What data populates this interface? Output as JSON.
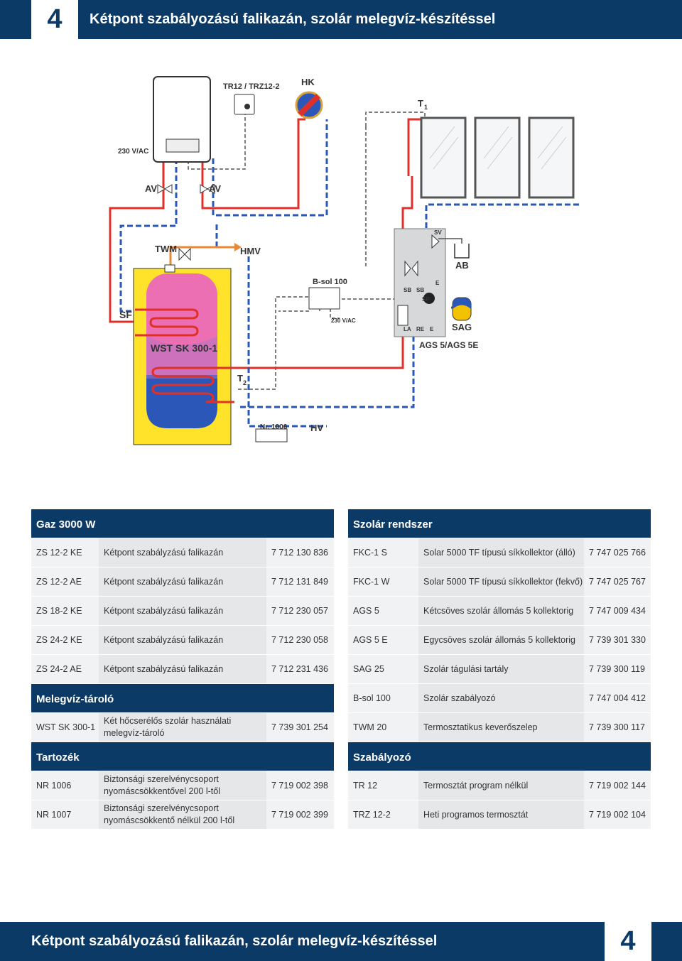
{
  "header": {
    "number": "4",
    "title": "Kétpont szabályozású falikazán, szolár melegvíz-készítéssel"
  },
  "footer": {
    "number": "4",
    "title": "Kétpont szabályozású falikazán, szolár melegvíz-készítéssel"
  },
  "diagram": {
    "labels": {
      "tr": "TR12 / TRZ12-2",
      "hk": "HK",
      "t1": "T",
      "t1_sub": "1",
      "v230a": "230 V/AC",
      "av1": "AV",
      "av2": "AV",
      "twm": "TWM",
      "hmv": "HMV",
      "sf": "SF",
      "tank": "WST SK 300-1",
      "bsol": "B-sol 100",
      "v230b": "230 V/AC",
      "sv": "SV",
      "ab": "AB",
      "sb1": "SB",
      "sb2": "SB",
      "sp": "SP",
      "e1": "E",
      "la": "LA",
      "re": "RE",
      "e2": "E",
      "sag": "SAG",
      "ags": "AGS 5/AGS 5E",
      "t2": "T",
      "t2_sub": "2",
      "nr": "Nr. 1006",
      "hv": "HV"
    },
    "colors": {
      "hot": "#e0302a",
      "cold": "#2b57b8",
      "mix": "#e8893a",
      "dash": "#555555"
    }
  },
  "left_table": {
    "gaz": {
      "title": "Gaz 3000 W",
      "rows": [
        {
          "code": "ZS 12-2 KE",
          "desc": "Kétpont szabályzású falikazán",
          "art": "7 712 130 836"
        },
        {
          "code": "ZS 12-2 AE",
          "desc": "Kétpont szabályzású falikazán",
          "art": "7 712 131 849"
        },
        {
          "code": "ZS 18-2 KE",
          "desc": "Kétpont szabályzású falikazán",
          "art": "7 712 230 057"
        },
        {
          "code": "ZS 24-2 KE",
          "desc": "Kétpont szabályzású falikazán",
          "art": "7 712 230 058"
        },
        {
          "code": "ZS 24-2 AE",
          "desc": "Kétpont szabályzású falikazán",
          "art": "7 712 231 436"
        }
      ]
    },
    "tarolo": {
      "title": "Melegvíz-tároló",
      "rows": [
        {
          "code": "WST SK 300-1",
          "desc": "Két hőcserélős szolár használati melegvíz-tároló",
          "art": "7 739 301 254"
        }
      ]
    },
    "tartozek": {
      "title": "Tartozék",
      "rows": [
        {
          "code": "NR 1006",
          "desc": "Biztonsági szerelvénycsoport nyomáscsökkentővel 200 l-től",
          "art": "7 719 002 398"
        },
        {
          "code": "NR 1007",
          "desc": "Biztonsági szerelvénycsoport nyomáscsökkentő nélkül 200 l-től",
          "art": "7 719 002 399"
        }
      ]
    }
  },
  "right_table": {
    "szolar": {
      "title": "Szolár rendszer",
      "rows": [
        {
          "code": "FKC-1 S",
          "desc": "Solar 5000 TF típusú síkkollektor (álló)",
          "art": "7 747 025 766"
        },
        {
          "code": "FKC-1 W",
          "desc": "Solar 5000 TF típusú síkkollektor (fekvő)",
          "art": "7 747 025 767"
        },
        {
          "code": "AGS 5",
          "desc": "Kétcsöves szolár állomás 5 kollektorig",
          "art": "7 747 009 434"
        },
        {
          "code": "AGS 5 E",
          "desc": "Egycsöves szolár állomás 5 kollektorig",
          "art": "7 739 301 330"
        },
        {
          "code": "SAG 25",
          "desc": "Szolár tágulási tartály",
          "art": "7 739 300 119"
        },
        {
          "code": "B-sol 100",
          "desc": "Szolár szabályozó",
          "art": "7 747 004 412"
        },
        {
          "code": "TWM 20",
          "desc": "Termosztatikus keverőszelep",
          "art": "7 739 300 117"
        }
      ]
    },
    "szabalyozo": {
      "title": "Szabályozó",
      "rows": [
        {
          "code": "TR 12",
          "desc": "Termosztát program nélkül",
          "art": "7 719 002 144"
        },
        {
          "code": "TRZ 12-2",
          "desc": "Heti programos termosztát",
          "art": "7 719 002 104"
        }
      ]
    }
  }
}
